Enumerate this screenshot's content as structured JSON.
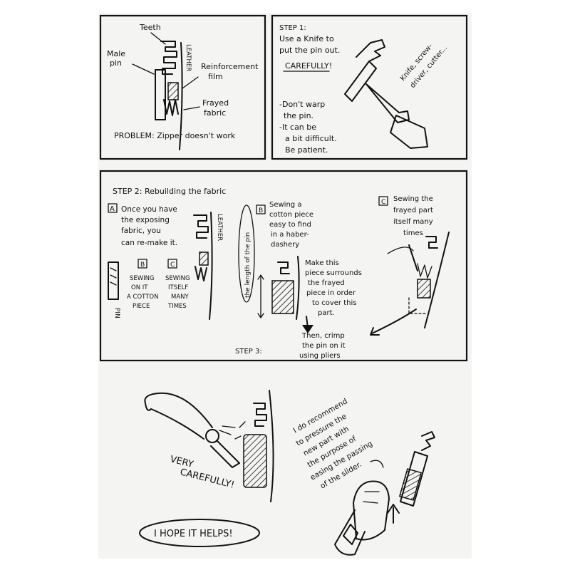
{
  "panel1": {
    "label_teeth": "Teeth",
    "label_male_pin": [
      "Male",
      "pin"
    ],
    "label_leather": "LEATHER",
    "label_reinforcement": [
      "Reinforcement",
      "film"
    ],
    "label_frayed": [
      "Frayed",
      "fabric"
    ],
    "problem": "PROBLEM: Zipper doesn't work"
  },
  "panel2": {
    "heading": "STEP 1:",
    "instruction": [
      "Use a Knife to",
      "put the pin out."
    ],
    "carefully": "CAREFULLY!",
    "tools": [
      "Knife, screw-",
      "driver, cutter..."
    ],
    "notes": [
      "-Don't warp",
      "the pin.",
      "-It can be",
      "a bit difficult.",
      "Be patient."
    ]
  },
  "panel3": {
    "heading": "STEP 2: Rebuilding the fabric",
    "a_marker": "A",
    "a_text": [
      "Once you have",
      "the exposing",
      "fabric, you",
      "can re-make it."
    ],
    "b_marker": "B",
    "b_small": [
      "SEWING",
      "ON IT",
      "A COTTON",
      "PIECE"
    ],
    "c_marker": "C",
    "c_small": [
      "SEWING",
      "ITSELF",
      "MANY",
      "TIMES"
    ],
    "pin_label": "PIN",
    "leather": "LEATHER",
    "length_label": "the length of the pin",
    "b_text": [
      "Sewing a",
      "cotton piece",
      "easy to find",
      "in a haber-",
      "dashery"
    ],
    "b_note": [
      "Make this",
      "piece surrounds",
      "the frayed",
      "piece in order",
      "to cover this",
      "part."
    ],
    "c_text": [
      "Sewing the",
      "frayed part",
      "itself many",
      "times"
    ],
    "crimp": [
      "Then, crimp",
      "the pin on it",
      "using pliers"
    ],
    "step3": "STEP 3:"
  },
  "panel4": {
    "very_carefully": [
      "VERY",
      "CAREFULLY!"
    ],
    "recommend": [
      "I do recommend",
      "to pressure the",
      "new part with",
      "the purpose of",
      "easing the passing",
      "of the slider."
    ],
    "closing": "I HOPE IT HELPS!"
  }
}
